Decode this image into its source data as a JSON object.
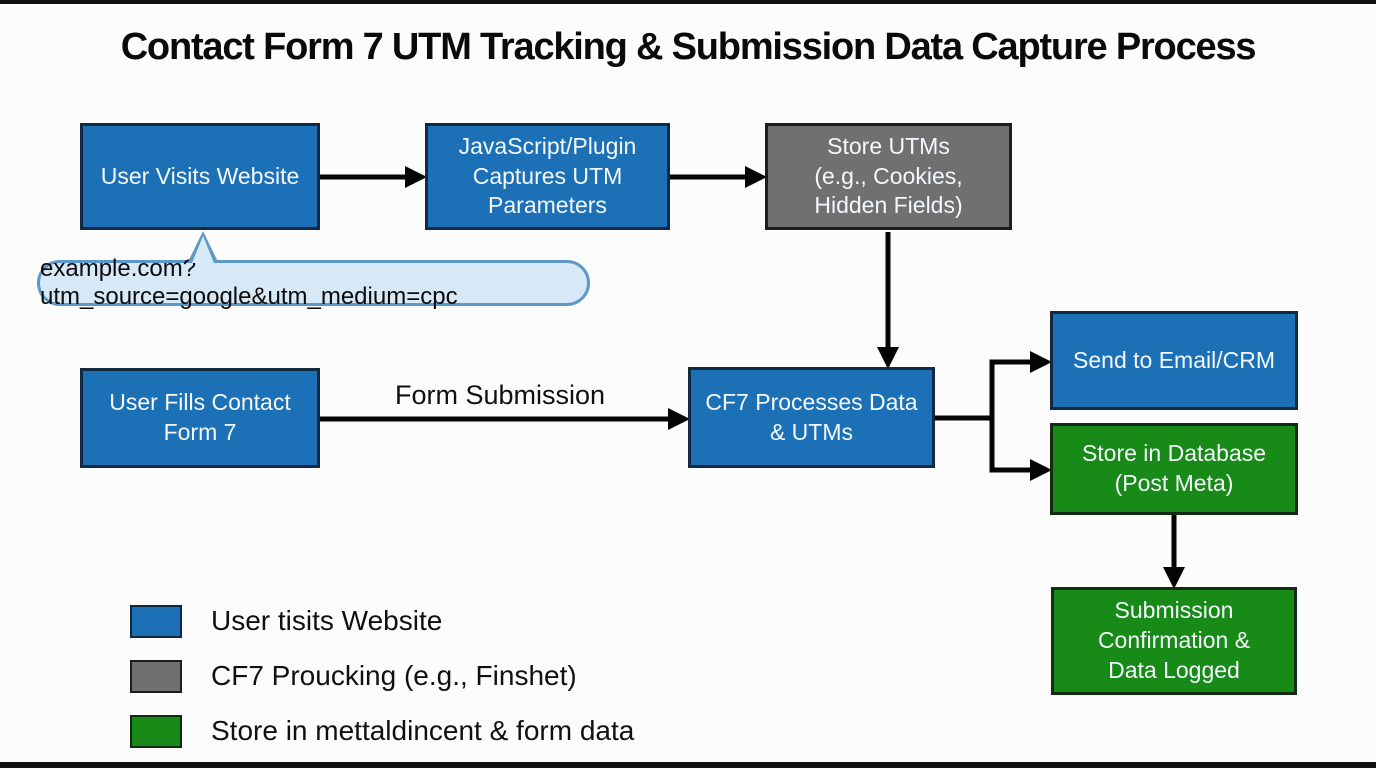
{
  "title": "Contact Form 7 UTM Tracking & Submission Data Capture Process",
  "nodes": {
    "visit": {
      "lines": [
        "User Visits Website"
      ],
      "color": "blue"
    },
    "capture": {
      "lines": [
        "JavaScript/Plugin",
        "Captures UTM",
        "Parameters"
      ],
      "color": "blue"
    },
    "store_utms": {
      "lines": [
        "Store UTMs",
        "(e.g., Cookies,",
        "Hidden Fields)"
      ],
      "color": "gray"
    },
    "fills": {
      "lines": [
        "User Fills Contact",
        "Form 7"
      ],
      "color": "blue"
    },
    "cf7": {
      "lines": [
        "CF7 Processes Data",
        "& UTMs"
      ],
      "color": "blue"
    },
    "email": {
      "lines": [
        "Send to Email/CRM"
      ],
      "color": "blue"
    },
    "database": {
      "lines": [
        "Store in Database",
        "(Post Meta)"
      ],
      "color": "green"
    },
    "confirm": {
      "lines": [
        "Submission",
        "Confirmation &",
        "Data Logged"
      ],
      "color": "green"
    }
  },
  "annotation_bubble": {
    "text": "example.com?utm_source=google&utm_medium=cpc"
  },
  "edge_labels": {
    "form_submission": "Form Submission"
  },
  "legend": {
    "items": [
      {
        "swatch": "blue",
        "color": "#1c70b6",
        "label": "User tisits Website"
      },
      {
        "swatch": "gray",
        "color": "#707070",
        "label": "CF7 Proucking (e.g., Finshet)"
      },
      {
        "swatch": "green",
        "color": "#188a18",
        "label": "Store in mettaldincent & form data"
      }
    ]
  },
  "colors": {
    "blue": "#1c70b6",
    "gray": "#707070",
    "green": "#188a18",
    "arrow": "#050505",
    "bubble_fill": "#d7e8f7",
    "bubble_border": "#5e98c9",
    "background": "#fcfcfc"
  }
}
